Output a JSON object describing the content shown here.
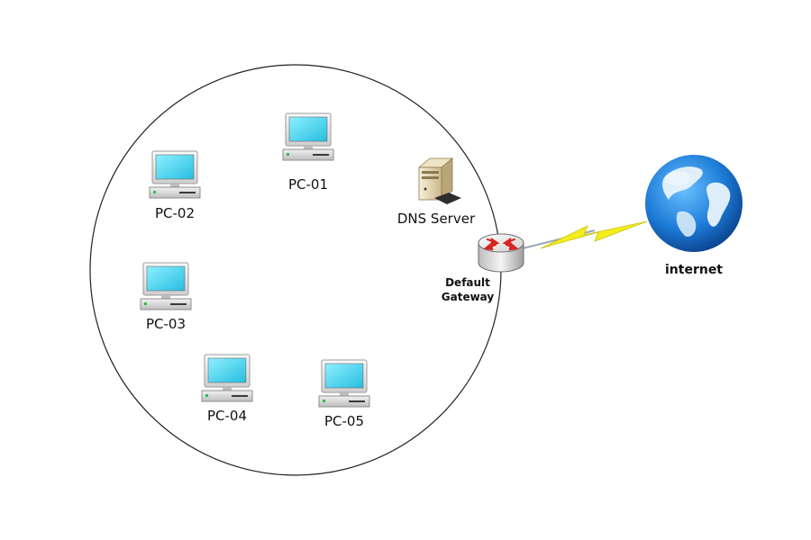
{
  "diagram": {
    "pcs": [
      {
        "label": "PC-01"
      },
      {
        "label": "PC-02"
      },
      {
        "label": "PC-03"
      },
      {
        "label": "PC-04"
      },
      {
        "label": "PC-05"
      }
    ],
    "dns_server": {
      "label": "DNS Server"
    },
    "gateway": {
      "label_line1": "Default",
      "label_line2": "Gateway"
    },
    "internet": {
      "label": "internet"
    }
  },
  "colors": {
    "screen": "#4fd3ee",
    "monitor_frame": "#e9e9e9",
    "router_arrows": "#d9231f",
    "lightning": "#f3ee1c",
    "globe_ocean": "#1f7fd2",
    "globe_land": "#e8f3fb"
  }
}
